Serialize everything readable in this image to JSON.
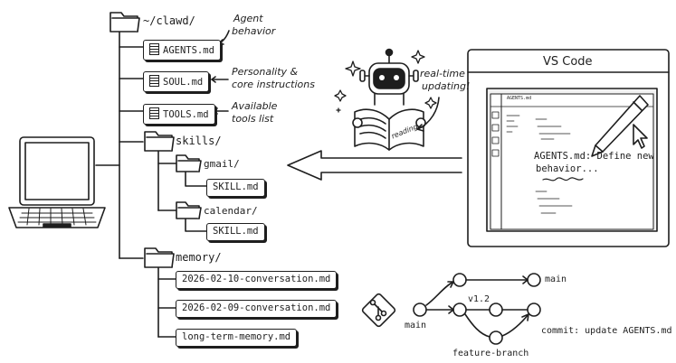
{
  "tree": {
    "root": "~/clawd/",
    "files": {
      "agents": "AGENTS.md",
      "soul": "SOUL.md",
      "tools": "TOOLS.md"
    },
    "skills": {
      "folder": "skills/",
      "gmail": "gmail/",
      "gmail_skill": "SKILL.md",
      "calendar": "calendar/",
      "calendar_skill": "SKILL.md"
    },
    "memory": {
      "folder": "memory/",
      "files": [
        "2026-02-10-conversation.md",
        "2026-02-09-conversation.md",
        "long-term-memory.md"
      ]
    }
  },
  "annotations": {
    "agents": [
      "Agent",
      "behavior"
    ],
    "soul": [
      "Personality &",
      "core instructions"
    ],
    "tools": [
      "Available",
      "tools list"
    ],
    "realtime": [
      "real-time",
      "updating!"
    ]
  },
  "robot": {
    "book_text": "reading"
  },
  "vscode": {
    "title": "VS Code",
    "tab": "AGENTS.md",
    "callout": [
      "AGENTS.md: Define new",
      "behavior..."
    ]
  },
  "git": {
    "main_start": "main",
    "main_end": "main",
    "tag": "v1.2",
    "feature_branch": "feature-branch",
    "commit": "commit: update AGENTS.md"
  },
  "colors": {
    "ink": "#1e1e1e",
    "paper": "#ffffff",
    "window_bg": "#f2f2f2"
  }
}
